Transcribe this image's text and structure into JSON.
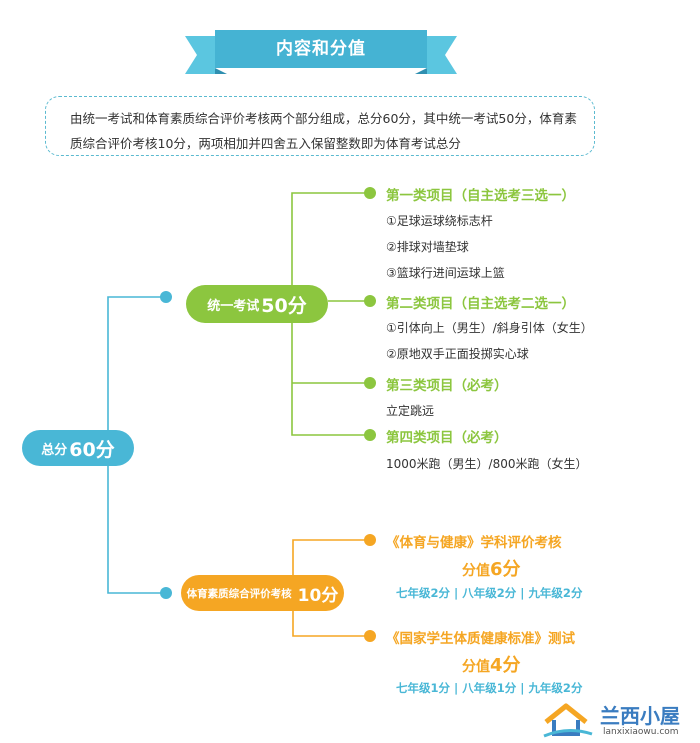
{
  "banner": {
    "title": "内容和分值"
  },
  "intro": {
    "line1": "由统一考试和体育素质综合评价考核两个部分组成，总分60分，其中统一考试50分，体育素",
    "line2": "质综合评价考核10分，两项相加并四舍五入保留整数即为体育考试总分"
  },
  "total": {
    "label": "总分",
    "score": "60分"
  },
  "unified": {
    "label": "统一考试",
    "score": "50分",
    "categories": [
      {
        "title": "第一类项目（自主选考三选一）",
        "items": [
          "①足球运球绕标志杆",
          "②排球对墙垫球",
          "③篮球行进间运球上篮"
        ]
      },
      {
        "title": "第二类项目（自主选考二选一）",
        "items": [
          "①引体向上（男生）/斜身引体（女生）",
          "②原地双手正面投掷实心球"
        ]
      },
      {
        "title": "第三类项目（必考）",
        "items": [
          "立定跳远"
        ]
      },
      {
        "title": "第四类项目（必考）",
        "items": [
          "1000米跑（男生）/800米跑（女生）"
        ]
      }
    ]
  },
  "pe": {
    "label": "体育素质综合评价考核",
    "score": "10分",
    "parts": [
      {
        "title": "《体育与健康》学科评价考核",
        "score_prefix": "分值",
        "score_value": "6分",
        "grades": [
          "七年级2分",
          "八年级2分",
          "九年级2分"
        ]
      },
      {
        "title": "《国家学生体质健康标准》测试",
        "score_prefix": "分值",
        "score_value": "4分",
        "grades": [
          "七年级1分",
          "八年级1分",
          "九年级2分"
        ]
      }
    ]
  },
  "watermark": {
    "name": "兰西小屋",
    "url": "lanxixiaowu.com"
  },
  "colors": {
    "blue": "#49b7d6",
    "green": "#8cc63f",
    "orange": "#f5a623",
    "ribbon_dark": "#2f8fb0"
  }
}
